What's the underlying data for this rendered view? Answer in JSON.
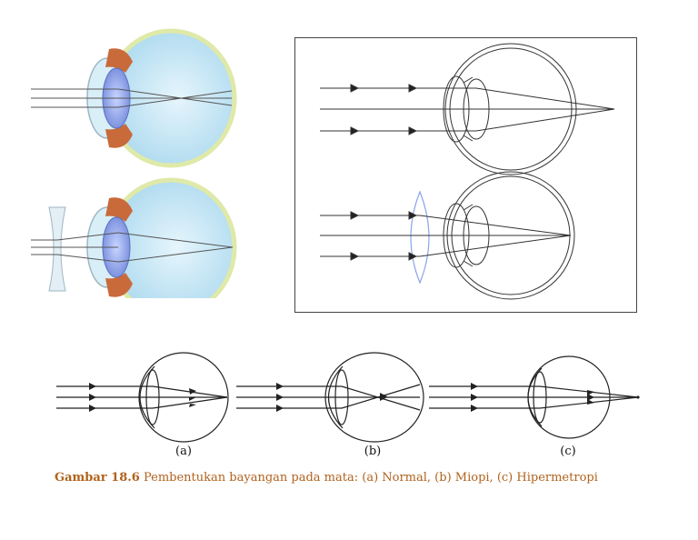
{
  "labels": {
    "a": "(a)",
    "b": "(b)",
    "c": "(c)"
  },
  "caption": {
    "number": "Gambar 18.6",
    "text": "Pembentukan bayangan pada mata: (a) Normal, (b) Miopi, (c) Hipermetropi"
  },
  "colors": {
    "caption": "#b0621d",
    "eyeball_fill": "#cbe9f7",
    "sclera_rim": "#e8f0b8",
    "lens": "#8aa4ea",
    "muscle": "#c96a3a",
    "concave_lens": "#e3eef5",
    "line": "#222222"
  }
}
